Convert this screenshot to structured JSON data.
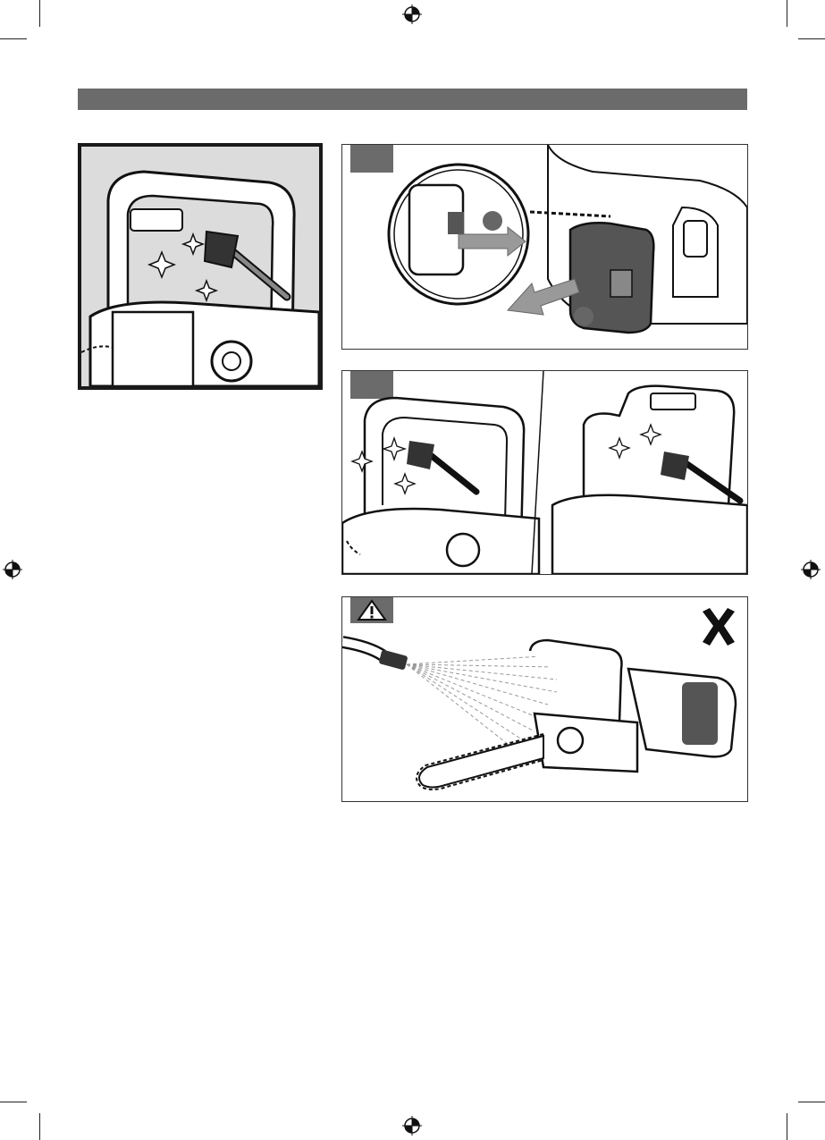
{
  "header": {
    "title": ""
  },
  "figures": {
    "left": {
      "icon": "brush-cleaning-illustration"
    },
    "step1": {
      "icon": "battery-removal-illustration"
    },
    "step2": {
      "icon": "brush-cleaning-illustration"
    },
    "warning": {
      "icon": "warning-triangle-icon",
      "prohibited": "x-mark-icon"
    }
  },
  "colors": {
    "bar": "#6b6b6b",
    "tab": "#6b6b6b",
    "ink": "#1a1a1a",
    "panel_bg": "#dcdcdc"
  }
}
